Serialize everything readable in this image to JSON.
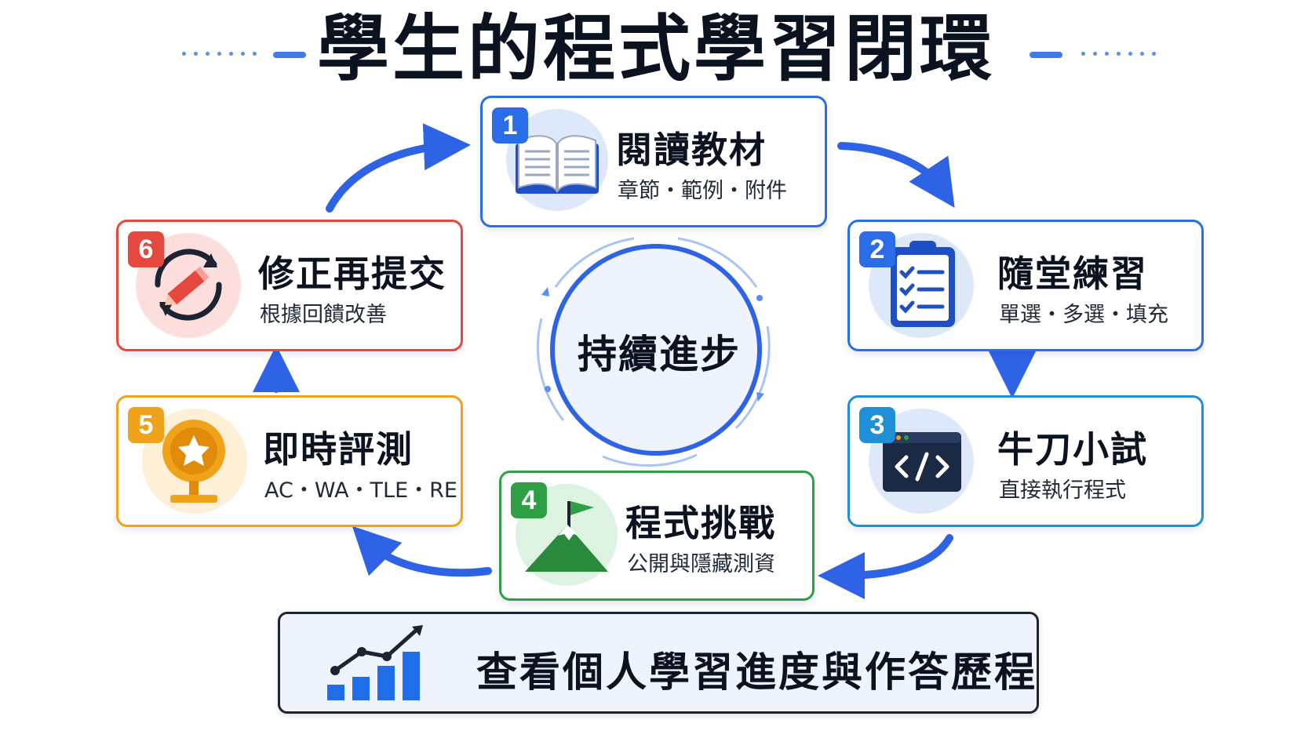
{
  "title": "學生的程式學習閉環",
  "center": "持續進步",
  "steps": [
    {
      "num": "1",
      "title": "閱讀教材",
      "subtitle": "章節・範例・附件",
      "icon": "book-icon",
      "color": "#2b6de8"
    },
    {
      "num": "2",
      "title": "隨堂練習",
      "subtitle": "單選・多選・填充",
      "icon": "clipboard-checklist-icon",
      "color": "#2b6de8"
    },
    {
      "num": "3",
      "title": "牛刀小試",
      "subtitle": "直接執行程式",
      "icon": "code-window-icon",
      "color": "#1f8fd6"
    },
    {
      "num": "4",
      "title": "程式挑戰",
      "subtitle": "公開與隱藏測資",
      "icon": "mountain-flag-icon",
      "color": "#2ea043"
    },
    {
      "num": "5",
      "title": "即時評測",
      "subtitle": "AC・WA・TLE・RE",
      "icon": "medal-star-icon",
      "color": "#f0a21a"
    },
    {
      "num": "6",
      "title": "修正再提交",
      "subtitle": "根據回饋改善",
      "icon": "edit-cycle-icon",
      "color": "#e5483f"
    }
  ],
  "footer": {
    "text": "查看個人學習進度與作答歷程",
    "icon": "progress-chart-icon"
  }
}
